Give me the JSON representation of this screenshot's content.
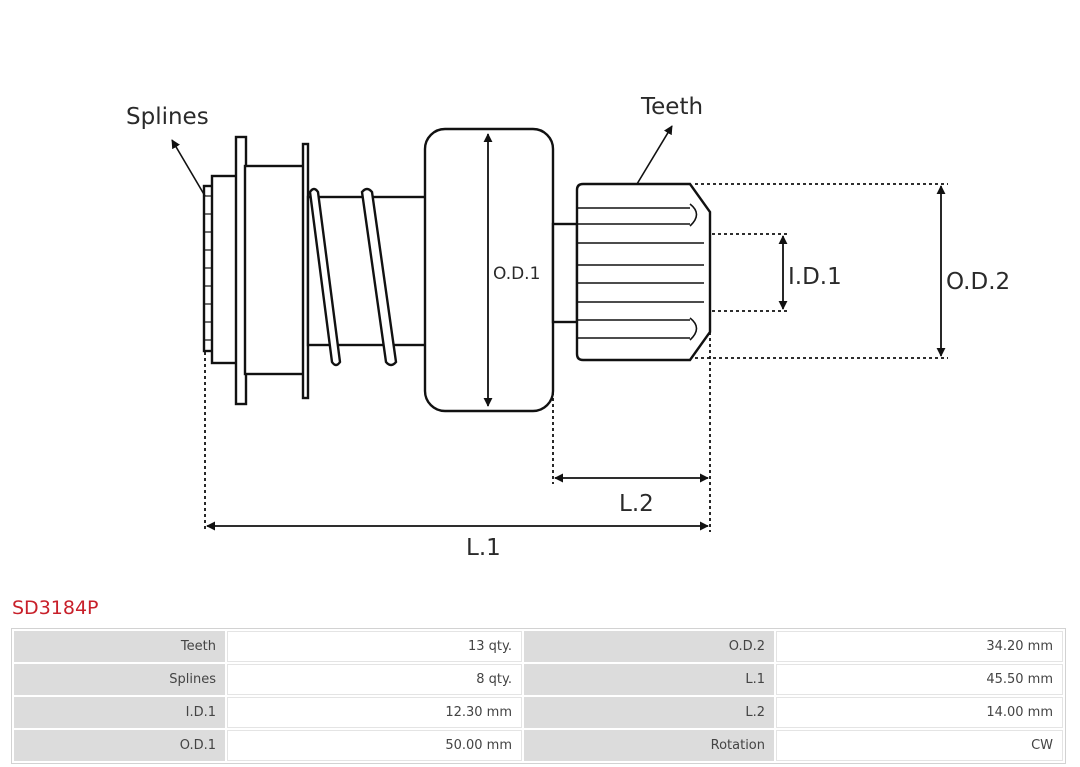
{
  "diagram": {
    "labels": {
      "splines": "Splines",
      "teeth": "Teeth",
      "od1": "O.D.1",
      "od2": "O.D.2",
      "id1": "I.D.1",
      "l1": "L.1",
      "l2": "L.2"
    }
  },
  "product": {
    "code": "SD3184P",
    "title_color": "#c8202a"
  },
  "specs": {
    "rows": [
      {
        "k1": "Teeth",
        "v1": "13 qty.",
        "k2": "O.D.2",
        "v2": "34.20 mm"
      },
      {
        "k1": "Splines",
        "v1": "8 qty.",
        "k2": "L.1",
        "v2": "45.50 mm"
      },
      {
        "k1": "I.D.1",
        "v1": "12.30 mm",
        "k2": "L.2",
        "v2": "14.00 mm"
      },
      {
        "k1": "O.D.1",
        "v1": "50.00 mm",
        "k2": "Rotation",
        "v2": "CW"
      }
    ]
  }
}
